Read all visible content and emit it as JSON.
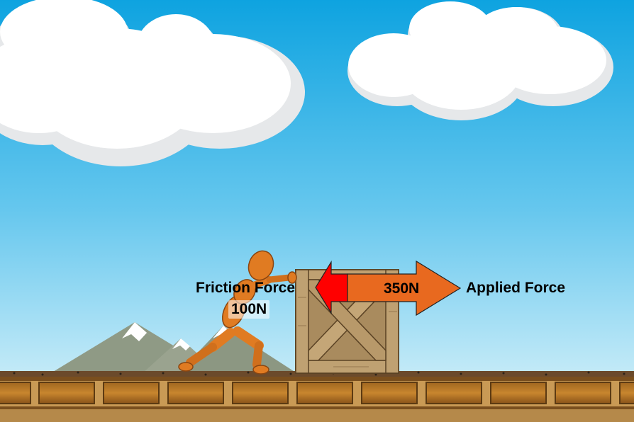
{
  "scene": {
    "sky_top": "#0ea3e0",
    "sky_bottom": "#c8ecf8",
    "ground_color": "#b8863d",
    "brick_color": "#8a5a1c"
  },
  "friction": {
    "label": "Friction Force",
    "value": "100N",
    "color": "#ff0000"
  },
  "applied": {
    "label": "Applied Force",
    "value": "350N",
    "color": "#e8691f"
  },
  "objects": {
    "figure_icon": "wooden-mannequin",
    "crate_icon": "wooden-crate"
  }
}
